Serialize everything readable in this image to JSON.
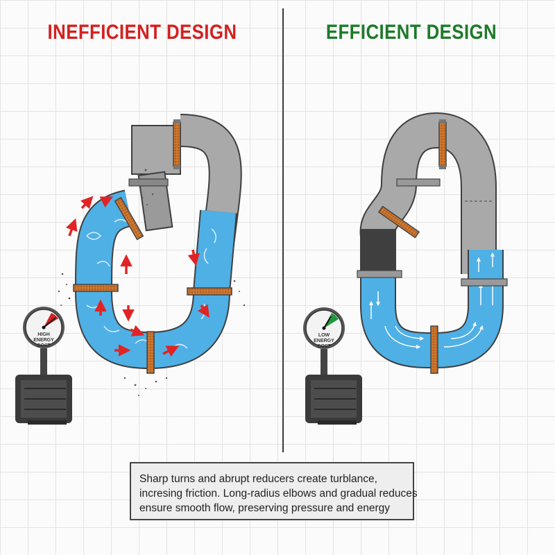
{
  "panels": {
    "left": {
      "title": "INEFFICIENT DESIGN",
      "title_color": "#d42020",
      "gauge_label": "HIGH ENERGY COST",
      "gauge_accent": "#d42020"
    },
    "right": {
      "title": "EFFICIENT DESIGN",
      "title_color": "#1d7a2a",
      "gauge_label": "LOW ENERGY COST",
      "gauge_accent": "#1f9a3a"
    }
  },
  "caption": {
    "lines": [
      "Sharp turns and abrupt reducers create turblance,",
      "incresing friction. Long-radius elbows and gradual reduces",
      "ensure smooth flow, preserving pressure and energy"
    ]
  },
  "colors": {
    "pipe_gray": "#a9a9a9",
    "pipe_outline": "#3f3f3f",
    "water_blue": "#4fb0e6",
    "flange_orange": "#c8712a",
    "arrow_red": "#e02424"
  }
}
